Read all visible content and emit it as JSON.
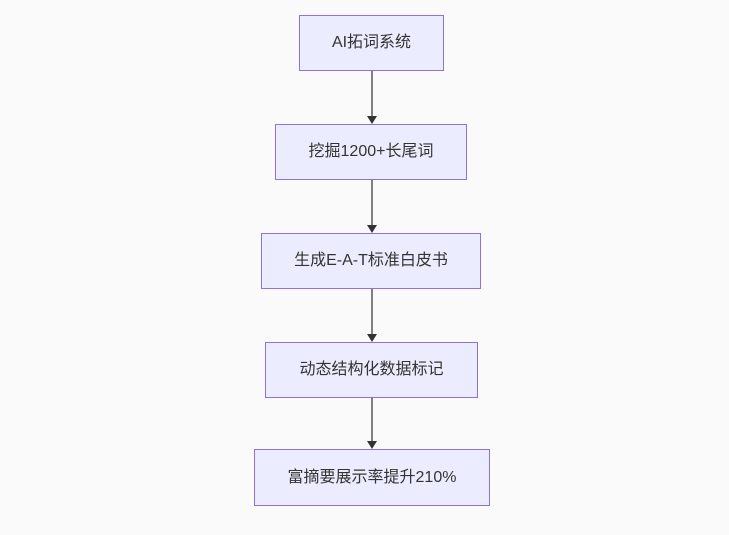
{
  "flowchart": {
    "type": "flowchart",
    "direction": "top-down",
    "nodes": [
      {
        "id": "node-1",
        "label": "AI拓词系统"
      },
      {
        "id": "node-2",
        "label": "挖掘1200+长尾词"
      },
      {
        "id": "node-3",
        "label": "生成E-A-T标准白皮书"
      },
      {
        "id": "node-4",
        "label": "动态结构化数据标记"
      },
      {
        "id": "node-5",
        "label": "富摘要展示率提升210%"
      }
    ],
    "edges": [
      {
        "from": "node-1",
        "to": "node-2",
        "label": ""
      },
      {
        "from": "node-2",
        "to": "node-3",
        "label": ""
      },
      {
        "from": "node-3",
        "to": "node-4",
        "label": ""
      },
      {
        "from": "node-4",
        "to": "node-5",
        "label": ""
      }
    ],
    "colors": {
      "node_fill": "#ECECFF",
      "node_border": "#9370DB",
      "edge_line": "#808080",
      "arrowhead": "#333333",
      "text": "#333333",
      "background": "#FAFAFA"
    }
  }
}
